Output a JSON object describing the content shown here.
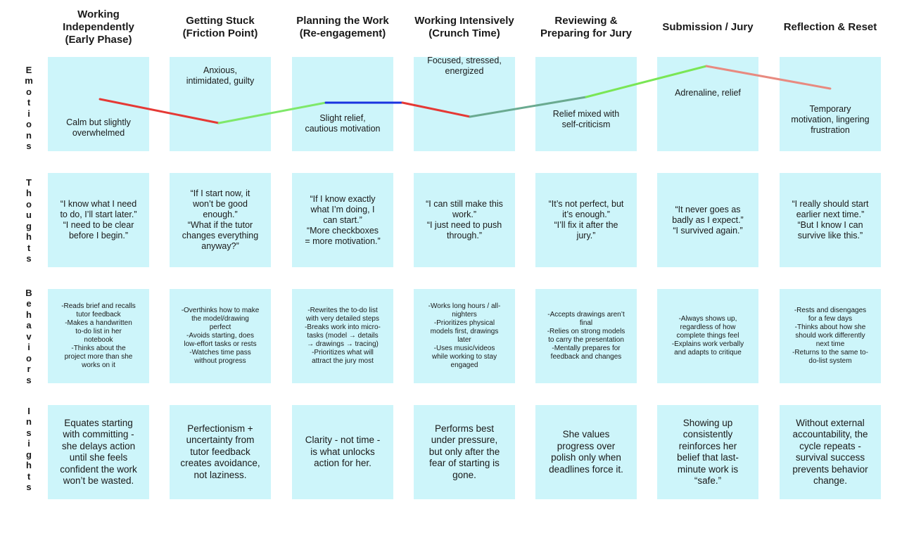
{
  "phases": [
    "Working\nIndependently\n(Early Phase)",
    "Getting Stuck\n(Friction Point)",
    "Planning the Work\n(Re-engagement)",
    "Working Intensively\n(Crunch Time)",
    "Reviewing &\nPreparing for Jury",
    "Submission / Jury",
    "Reflection & Reset"
  ],
  "rows": {
    "emotions": {
      "label": "Emotions",
      "cells": [
        "Calm but slightly\noverwhelmed",
        "Anxious,\nintimidated, guilty",
        "Slight relief,\ncautious motivation",
        "Focused, stressed,\nenergized",
        "Relief mixed with\nself-criticism",
        "Adrenaline, relief",
        "Temporary\nmotivation, lingering\nfrustration"
      ]
    },
    "thoughts": {
      "label": "Thoughts",
      "cells": [
        "“I know what I need\nto do, I’ll start later.”\n“I need to be clear\nbefore I begin.”",
        "“If I start now, it\nwon’t be good\nenough.”\n“What if the tutor\nchanges everything\nanyway?”",
        "“If I know exactly\nwhat I’m doing, I\ncan start.”\n“More checkboxes\n= more motivation.”",
        "“I can still make this\nwork.”\n“I just need to push\nthrough.”",
        "“It’s not perfect, but\nit’s enough.”\n“I’ll fix it after the\njury.”",
        "“It never goes as\nbadly as I expect.”\n“I survived again.”",
        "“I really should start\nearlier next time.”\n“But I know I can\nsurvive like this.”"
      ]
    },
    "behaviors": {
      "label": "Behaviors",
      "cells": [
        "-Reads brief and recalls\ntutor feedback\n-Makes a handwritten\nto-do list in her\nnotebook\n-Thinks about the\nproject more than she\nworks on it",
        "-Overthinks how to make\nthe model/drawing\nperfect\n-Avoids starting, does\nlow-effort tasks or rests\n-Watches time pass\nwithout progress",
        "-Rewrites the to-do list\nwith very detailed steps\n-Breaks work into micro-\ntasks (model → details\n→ drawings → tracing)\n-Prioritizes what will\nattract the jury most",
        "-Works long hours / all-\nnighters\n-Prioritizes physical\nmodels first, drawings\nlater\n-Uses music/videos\nwhile working to stay\nengaged",
        "-Accepts drawings aren’t\nfinal\n-Relies on strong models\nto carry the presentation\n-Mentally prepares for\nfeedback and changes",
        "-Always shows up,\nregardless of how\ncomplete things feel\n-Explains work verbally\nand adapts to critique",
        "-Rests and disengages\nfor a few days\n-Thinks about how she\nshould work differently\nnext time\n-Returns to the same to-\ndo-list system"
      ]
    },
    "insights": {
      "label": "Insights",
      "cells": [
        "Equates starting\nwith committing -\nshe delays action\nuntil she feels\nconfident the work\nwon’t be wasted.",
        "Perfectionism +\nuncertainty from\ntutor feedback\ncreates avoidance,\nnot laziness.",
        "Clarity - not time -\nis what unlocks\naction for her.",
        "Performs best\nunder pressure,\nbut only after the\nfear of starting is\ngone.",
        "She values\nprogress over\npolish only when\ndeadlines force it.",
        "Showing up\nconsistently\nreinforces her\nbelief that last-\nminute work is\n“safe.”",
        "Without external\naccountability, the\ncycle repeats -\nsurvival success\nprevents behavior\nchange."
      ]
    }
  },
  "emotion_curve": {
    "segment_colors": [
      "#e53935",
      "#7fe86a",
      "#1a33e0",
      "#e53935",
      "#6aaa90",
      "#7ae655",
      "#e88a80"
    ]
  }
}
